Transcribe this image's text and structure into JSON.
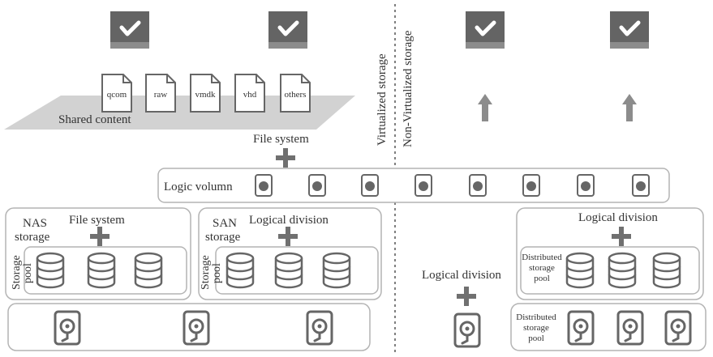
{
  "colors": {
    "outline": "#b4b4b4",
    "icon_dark": "#646464",
    "icon_mid": "#8c8c8c",
    "plane": "#d2d2d2",
    "text": "#333333"
  },
  "left": {
    "files": [
      "qcom",
      "raw",
      "vmdk",
      "vhd",
      "others"
    ],
    "shared_content_label": "Shared content",
    "file_system_label": "File system",
    "logic_volume_label": "Logic volumn",
    "nas": {
      "title_line1": "NAS",
      "title_line2": "storage",
      "file_system_label": "File system",
      "pool_line1": "Storage",
      "pool_line2": "pool"
    },
    "san": {
      "title_line1": "SAN",
      "title_line2": "storage",
      "logical_division_label": "Logical division",
      "pool_line1": "Storage",
      "pool_line2": "pool"
    }
  },
  "divider": {
    "virtualized_label": "Virtualized storage",
    "non_virtualized_label": "Non-Virtualized storage"
  },
  "right": {
    "logical_division_label": "Logical division",
    "distributed_logical_division_label": "Logical division",
    "distributed_pool_line1": "Distributed",
    "distributed_pool_line2": "storage",
    "distributed_pool_line3": "pool",
    "disk_pool_line1": "Distributed",
    "disk_pool_line2": "storage",
    "disk_pool_line3": "pool"
  },
  "icons": {
    "server": "server-check-icon",
    "file": "file-icon",
    "volume": "volume-icon",
    "database": "database-icon",
    "hard_disk": "hard-disk-icon",
    "plus": "plus-icon",
    "arrow": "arrow-up-icon"
  }
}
